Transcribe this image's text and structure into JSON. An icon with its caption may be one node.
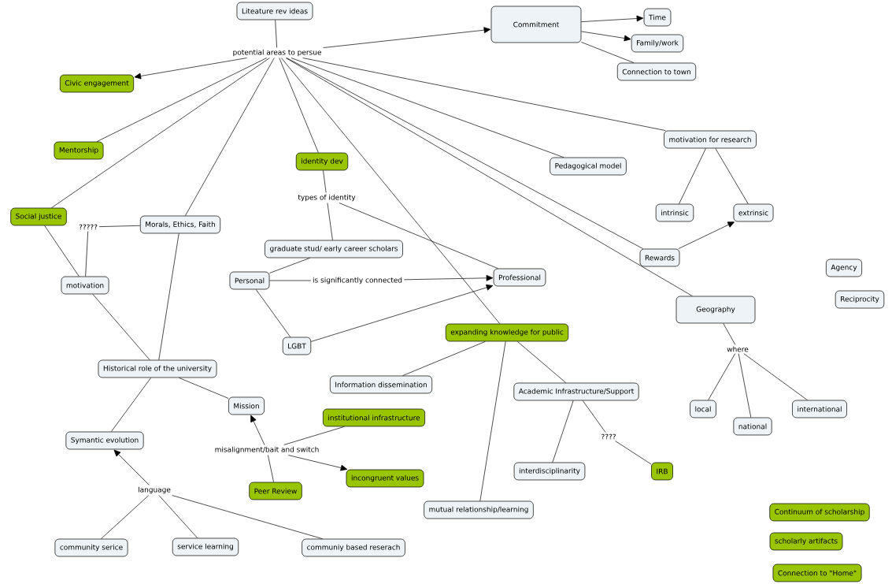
{
  "diagram": {
    "nodes": [
      {
        "text": [
          "Liteature rev ideas"
        ]
      },
      {
        "text": [
          "potential areas to persue"
        ]
      },
      {
        "text": [
          "Commitment"
        ]
      },
      {
        "text": [
          "Time"
        ]
      },
      {
        "text": [
          "Family/work"
        ]
      },
      {
        "text": [
          "Connection to town"
        ]
      },
      {
        "text": [
          "Civic engagement"
        ]
      },
      {
        "text": [
          "Mentorship"
        ]
      },
      {
        "text": [
          "motivation for research"
        ]
      },
      {
        "text": [
          "Pedagogical model"
        ]
      },
      {
        "text": [
          "identity dev"
        ]
      },
      {
        "text": [
          "types of identity"
        ]
      },
      {
        "text": [
          "intrinsic"
        ]
      },
      {
        "text": [
          "extrinsic"
        ]
      },
      {
        "text": [
          "Social justice"
        ]
      },
      {
        "text": [
          "?????"
        ]
      },
      {
        "text": [
          "Morals, Ethics, Faith"
        ]
      },
      {
        "text": [
          "graduate stud/ early career scholars"
        ]
      },
      {
        "text": [
          "Rewards"
        ]
      },
      {
        "text": [
          "Agency"
        ]
      },
      {
        "text": [
          "Personal"
        ]
      },
      {
        "text": [
          "is significantly connected"
        ]
      },
      {
        "text": [
          "Professional"
        ]
      },
      {
        "text": [
          "motivation"
        ]
      },
      {
        "text": [
          "Reciprocity"
        ]
      },
      {
        "text": [
          "Geography"
        ]
      },
      {
        "text": [
          "LGBT"
        ]
      },
      {
        "text": [
          "expanding knowledge for public"
        ]
      },
      {
        "text": [
          "where"
        ]
      },
      {
        "text": [
          "Historical role of the university"
        ]
      },
      {
        "text": [
          "Information dissemination"
        ]
      },
      {
        "text": [
          "Academic Infrastructure/Support"
        ]
      },
      {
        "text": [
          "Mission"
        ]
      },
      {
        "text": [
          "institutional infrastructure"
        ]
      },
      {
        "text": [
          "Symantic evolution"
        ]
      },
      {
        "text": [
          "misalignment/bait and switch"
        ]
      },
      {
        "text": [
          "local"
        ]
      },
      {
        "text": [
          "national"
        ]
      },
      {
        "text": [
          "international"
        ]
      },
      {
        "text": [
          "????"
        ]
      },
      {
        "text": [
          "incongruent values"
        ]
      },
      {
        "text": [
          "Peer Review"
        ]
      },
      {
        "text": [
          "interdisciplinarity"
        ]
      },
      {
        "text": [
          "IRB"
        ]
      },
      {
        "text": [
          "language"
        ]
      },
      {
        "text": [
          "mutual relationship/learning"
        ]
      },
      {
        "text": [
          "Continuum of scholarship"
        ]
      },
      {
        "text": [
          "community serice"
        ]
      },
      {
        "text": [
          "service learning"
        ]
      },
      {
        "text": [
          "communiy based reserach"
        ]
      },
      {
        "text": [
          "scholarly artifacts"
        ]
      },
      {
        "text": [
          "Connection to \"Home\""
        ]
      }
    ],
    "edges": [
      {
        "from": 0,
        "to": 1,
        "arrow": "none"
      },
      {
        "from": 1,
        "to": 2,
        "arrow": "to"
      },
      {
        "from": 1,
        "to": 6,
        "arrow": "to"
      },
      {
        "from": 1,
        "to": 7,
        "arrow": "none"
      },
      {
        "from": 1,
        "to": 14,
        "arrow": "none"
      },
      {
        "from": 1,
        "to": 16,
        "arrow": "none"
      },
      {
        "from": 16,
        "to": 29,
        "arrow": "none"
      },
      {
        "from": 1,
        "to": 10,
        "arrow": "none"
      },
      {
        "from": 1,
        "to": 27,
        "arrow": "none"
      },
      {
        "from": 1,
        "to": 9,
        "arrow": "none"
      },
      {
        "from": 1,
        "to": 8,
        "arrow": "none"
      },
      {
        "from": 1,
        "to": 18,
        "arrow": "none"
      },
      {
        "from": 1,
        "to": 25,
        "arrow": "none"
      },
      {
        "from": 2,
        "to": 3,
        "arrow": "to"
      },
      {
        "from": 2,
        "to": 4,
        "arrow": "to"
      },
      {
        "from": 2,
        "to": 5,
        "arrow": "none"
      },
      {
        "from": 8,
        "to": 12,
        "arrow": "none"
      },
      {
        "from": 8,
        "to": 13,
        "arrow": "none"
      },
      {
        "from": 18,
        "to": 13,
        "arrow": "to"
      },
      {
        "from": 10,
        "to": 11,
        "arrow": "none"
      },
      {
        "from": 11,
        "to": 17,
        "arrow": "none"
      },
      {
        "from": 17,
        "to": 20,
        "arrow": "none"
      },
      {
        "from": 11,
        "to": 22,
        "arrow": "none"
      },
      {
        "from": 20,
        "to": 21,
        "arrow": "none"
      },
      {
        "from": 21,
        "to": 22,
        "arrow": "to"
      },
      {
        "from": 20,
        "to": 26,
        "arrow": "none"
      },
      {
        "from": 26,
        "to": 22,
        "arrow": "to"
      },
      {
        "from": 16,
        "to": 15,
        "arrow": "none"
      },
      {
        "from": 15,
        "to": 23,
        "arrow": "none"
      },
      {
        "from": 14,
        "to": 23,
        "arrow": "none"
      },
      {
        "from": 23,
        "to": 29,
        "arrow": "none"
      },
      {
        "from": 29,
        "to": 34,
        "arrow": "none"
      },
      {
        "from": 29,
        "to": 32,
        "arrow": "none"
      },
      {
        "from": 41,
        "to": 35,
        "arrow": "none"
      },
      {
        "from": 33,
        "to": 35,
        "arrow": "none"
      },
      {
        "from": 35,
        "to": 32,
        "arrow": "to"
      },
      {
        "from": 35,
        "to": 40,
        "arrow": "to"
      },
      {
        "from": 44,
        "to": 34,
        "arrow": "to"
      },
      {
        "from": 44,
        "to": 47,
        "arrow": "none"
      },
      {
        "from": 44,
        "to": 48,
        "arrow": "none"
      },
      {
        "from": 44,
        "to": 49,
        "arrow": "none"
      },
      {
        "from": 27,
        "to": 30,
        "arrow": "none"
      },
      {
        "from": 27,
        "to": 31,
        "arrow": "none"
      },
      {
        "from": 31,
        "to": 42,
        "arrow": "none"
      },
      {
        "from": 27,
        "to": 45,
        "arrow": "none"
      },
      {
        "from": 31,
        "to": 39,
        "arrow": "none"
      },
      {
        "from": 39,
        "to": 43,
        "arrow": "none"
      },
      {
        "from": 25,
        "to": 28,
        "arrow": "none"
      },
      {
        "from": 28,
        "to": 36,
        "arrow": "none"
      },
      {
        "from": 28,
        "to": 37,
        "arrow": "none"
      },
      {
        "from": 28,
        "to": 38,
        "arrow": "none"
      }
    ]
  }
}
